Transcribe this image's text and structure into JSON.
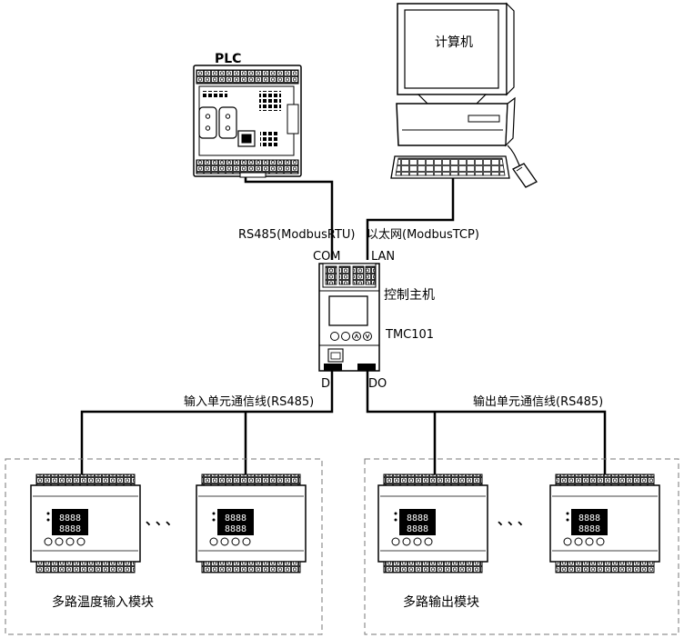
{
  "labels": {
    "plc": "PLC",
    "computer": "计算机",
    "rs485": "RS485(ModbusRTU)",
    "ethernet": "以太网(ModbusTCP)",
    "com": "COM",
    "lan": "LAN",
    "controller": "控制主机",
    "model": "TMC101",
    "di": "DI",
    "do": "DO",
    "input_bus": "输入单元通信线(RS485)",
    "output_bus": "输出单元通信线(RS485)",
    "ellipsis": "、、、",
    "input_group": "多路温度输入模块",
    "output_group": "多路输出模块",
    "display_digits": "8888"
  }
}
